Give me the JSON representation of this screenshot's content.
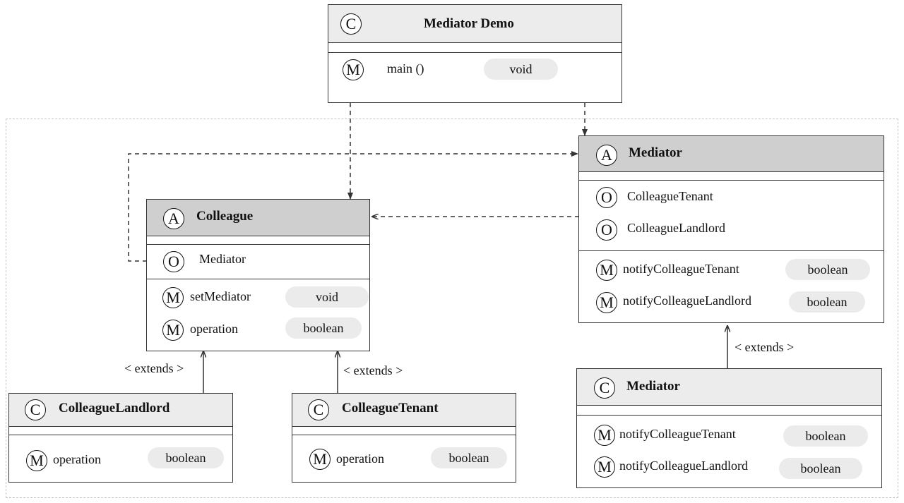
{
  "edge_label": "< extends >",
  "classes": {
    "demo": {
      "badge": "C",
      "name": "Mediator Demo",
      "methods": [
        {
          "badge": "M",
          "name": "main ()",
          "type": "void"
        }
      ]
    },
    "mediator_abstract": {
      "badge": "A",
      "name": "Mediator",
      "fields": [
        {
          "badge": "O",
          "name": "ColleagueTenant"
        },
        {
          "badge": "O",
          "name": "ColleagueLandlord"
        }
      ],
      "methods": [
        {
          "badge": "M",
          "name": "notifyColleagueTenant",
          "type": "boolean"
        },
        {
          "badge": "M",
          "name": "notifyColleagueLandlord",
          "type": "boolean"
        }
      ]
    },
    "colleague": {
      "badge": "A",
      "name": "Colleague",
      "fields": [
        {
          "badge": "O",
          "name": "Mediator"
        }
      ],
      "methods": [
        {
          "badge": "M",
          "name": "setMediator",
          "type": "void"
        },
        {
          "badge": "M",
          "name": "operation",
          "type": "boolean"
        }
      ]
    },
    "colleague_landlord": {
      "badge": "C",
      "name": "ColleagueLandlord",
      "methods": [
        {
          "badge": "M",
          "name": "operation",
          "type": "boolean"
        }
      ]
    },
    "colleague_tenant": {
      "badge": "C",
      "name": "ColleagueTenant",
      "methods": [
        {
          "badge": "M",
          "name": "operation",
          "type": "boolean"
        }
      ]
    },
    "mediator_concrete": {
      "badge": "C",
      "name": "Mediator",
      "methods": [
        {
          "badge": "M",
          "name": "notifyColleagueTenant",
          "type": "boolean"
        },
        {
          "badge": "M",
          "name": "notifyColleagueLandlord",
          "type": "boolean"
        }
      ]
    }
  },
  "colors": {
    "border": "#333333",
    "header_light": "#ececec",
    "header_dark": "#cfcfcf",
    "pill": "#ebebeb",
    "frame": "#c4c4c4"
  }
}
